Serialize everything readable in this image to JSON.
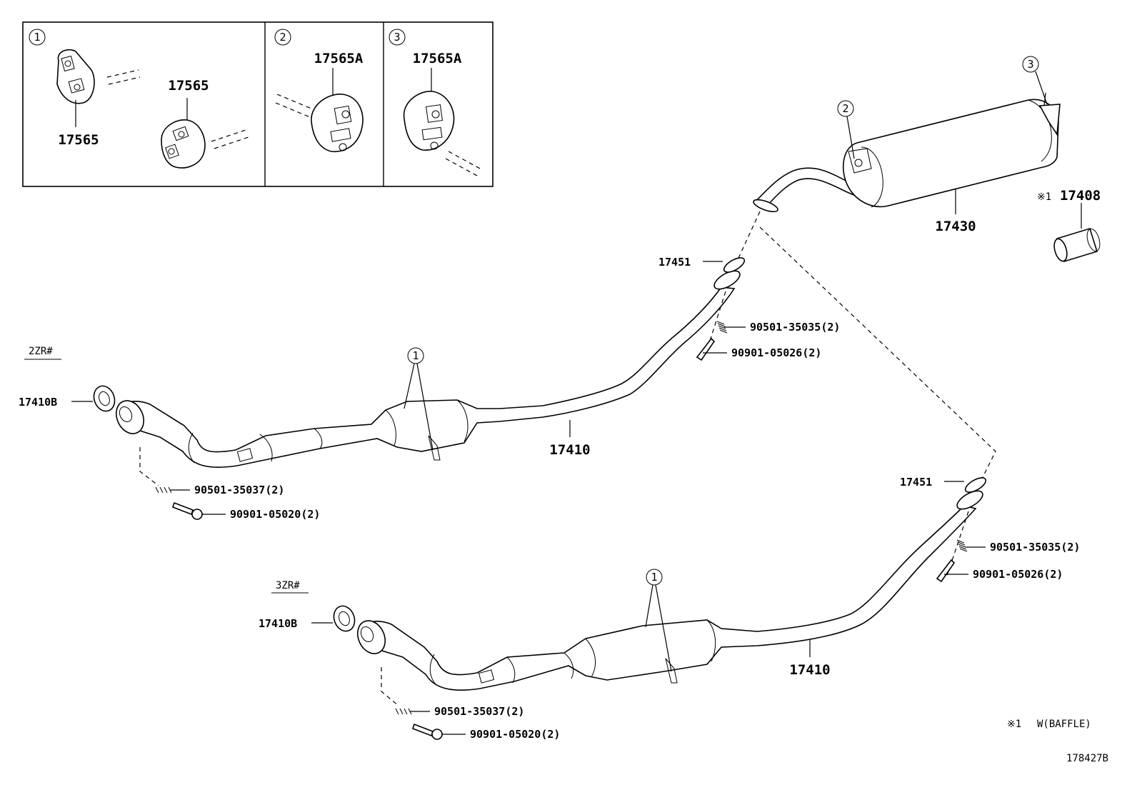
{
  "inset_boxes": [
    {
      "marker": "1",
      "labels": [
        "17565",
        "17565"
      ]
    },
    {
      "marker": "2",
      "labels": [
        "17565A"
      ]
    },
    {
      "marker": "3",
      "labels": [
        "17565A"
      ]
    }
  ],
  "variants": {
    "upper": "2ZR#",
    "lower": "3ZR#"
  },
  "muffler": {
    "part": "17430",
    "marker_hanger_front": "2",
    "marker_hanger_rear": "3",
    "tail_prefix": "※1",
    "tail_part": "17408"
  },
  "upper_pipe": {
    "gasket_rear": "17451",
    "spring": "90501-35035(2)",
    "bolt": "90901-05026(2)",
    "marker": "1",
    "pipe": "17410",
    "gasket_front": "17410B",
    "spring_front": "90501-35037(2)",
    "bolt_front": "90901-05020(2)"
  },
  "lower_pipe": {
    "gasket_rear": "17451",
    "spring": "90501-35035(2)",
    "bolt": "90901-05026(2)",
    "marker": "1",
    "pipe": "17410",
    "gasket_front": "17410B",
    "spring_front": "90501-35037(2)",
    "bolt_front": "90901-05020(2)"
  },
  "footnote": {
    "mark": "※1",
    "text": "W(BAFFLE)"
  },
  "diagram_id": "178427B"
}
